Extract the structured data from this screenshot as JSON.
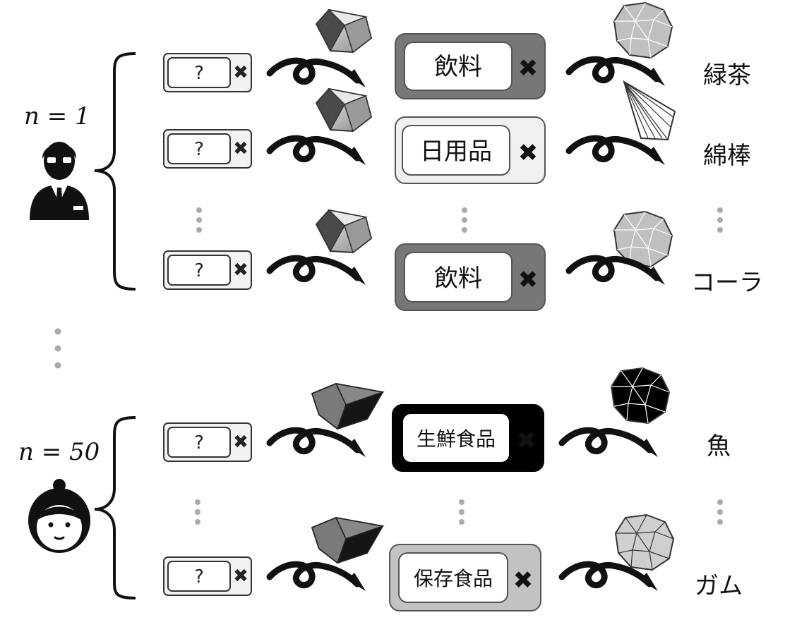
{
  "groups": [
    {
      "n_label": "n = 1",
      "person_icon": "businessman-icon",
      "rows": [
        {
          "query": "?",
          "input_gem": "light-gray-gem-icon",
          "category": "飲料",
          "category_box_color": "#777777",
          "category_x_color": "#ffffff",
          "output_gem": "gray-faceted-gem-icon",
          "result": "緑茶"
        },
        {
          "query": "?",
          "input_gem": "light-gray-gem-icon",
          "category": "日用品",
          "category_box_color": "#f0f0f0",
          "category_x_color": "#444444",
          "output_gem": "white-fan-gem-icon",
          "result": "綿棒"
        },
        {
          "query": "?",
          "input_gem": "light-gray-gem-icon",
          "category": "飲料",
          "category_box_color": "#777777",
          "category_x_color": "#ffffff",
          "output_gem": "gray-faceted-gem-icon",
          "result": "コーラ"
        }
      ]
    },
    {
      "n_label": "n = 50",
      "person_icon": "woman-icon",
      "rows": [
        {
          "query": "?",
          "input_gem": "dark-gem-icon",
          "category": "生鮮食品",
          "category_box_color": "#000000",
          "category_x_color": "#ffffff",
          "output_gem": "black-faceted-gem-icon",
          "result": "魚"
        },
        {
          "query": "?",
          "input_gem": "dark-gem-icon",
          "category": "保存食品",
          "category_box_color": "#c2c2c2",
          "category_x_color": "#333333",
          "output_gem": "light-faceted-gem-icon",
          "result": "ガム"
        }
      ]
    }
  ]
}
